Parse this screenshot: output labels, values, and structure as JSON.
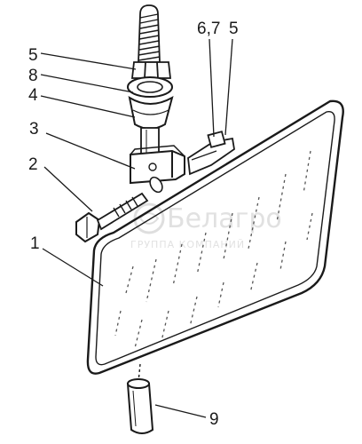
{
  "figure": {
    "callouts": {
      "c1": "1",
      "c2": "2",
      "c3": "3",
      "c4": "4",
      "c5_top": "5",
      "c8": "8",
      "c6_7": "6,7",
      "c5_right": "5",
      "c9": "9"
    },
    "watermark": {
      "name": "Белагро",
      "tagline": "ГРУППА КОМПАНИЙ"
    }
  }
}
